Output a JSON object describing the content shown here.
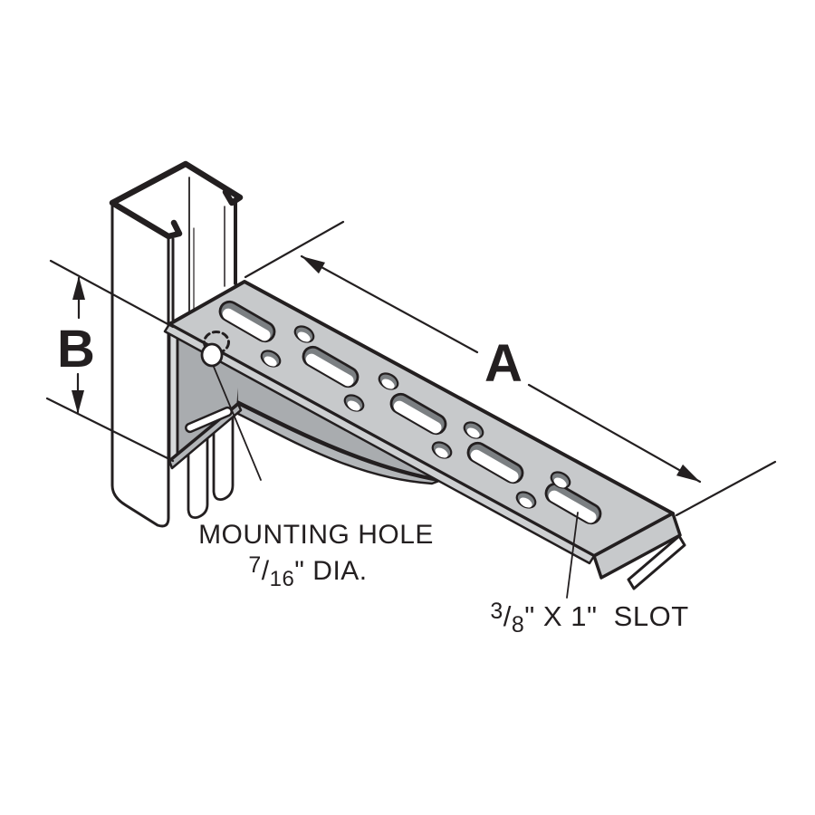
{
  "figure": {
    "description": "Isometric technical line drawing of a bracket with slotted arm mounted on a vertical strut channel",
    "slot_count": 5,
    "round_hole_count": 8
  },
  "labels": {
    "dim_a": "A",
    "dim_b": "B"
  },
  "callouts": {
    "mounting_hole": {
      "line1": "MOUNTING HOLE",
      "frac_numerator": "7",
      "frac_slash": "/",
      "frac_denominator": "16",
      "suffix": "\" DIA."
    },
    "slot": {
      "frac_numerator": "3",
      "frac_slash": "/",
      "frac_denominator": "8",
      "suffix": "\" X 1\"  SLOT"
    }
  },
  "colors": {
    "ink": "#231f20",
    "paper": "#ffffff",
    "metal_top": "#c7c9cb",
    "metal_side": "#a9acaf",
    "metal_band": "#b3b6b9",
    "metal_strip": "#d8dadc",
    "metal_edge": "#ced0d2",
    "hole_rim": "#7b7f82"
  }
}
